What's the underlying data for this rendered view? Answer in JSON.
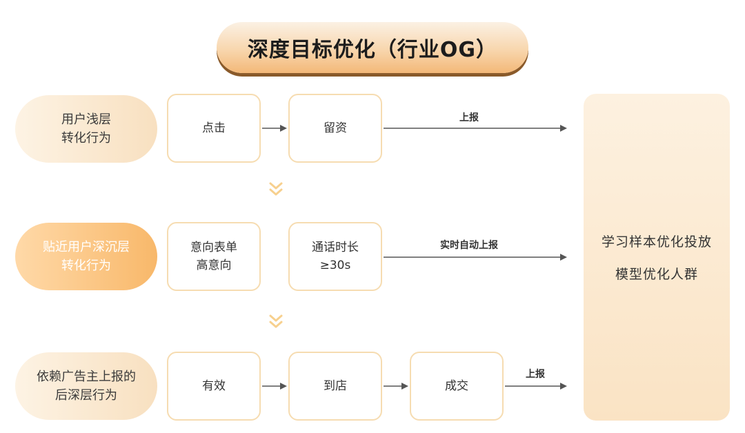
{
  "title": "深度目标优化（行业OG）",
  "rows": [
    {
      "label": "用户浅层\n转化行为",
      "steps": [
        "点击",
        "留资"
      ],
      "report": "上报"
    },
    {
      "label": "贴近用户深沉层\n转化行为",
      "steps": [
        "意向表单\n高意向",
        "通话时长\n≥30s"
      ],
      "report": "实时自动上报"
    },
    {
      "label": "依赖广告主上报的\n后深层行为",
      "steps": [
        "有效",
        "到店",
        "成交"
      ],
      "report": "上报"
    }
  ],
  "result": {
    "line1": "学习样本优化投放",
    "line2": "模型优化人群"
  },
  "colors": {
    "accent": "#f8b86a",
    "border": "#f6dcb1",
    "panel": "#fae3c4",
    "arrow": "#555555",
    "chevron": "#f7d08e"
  }
}
